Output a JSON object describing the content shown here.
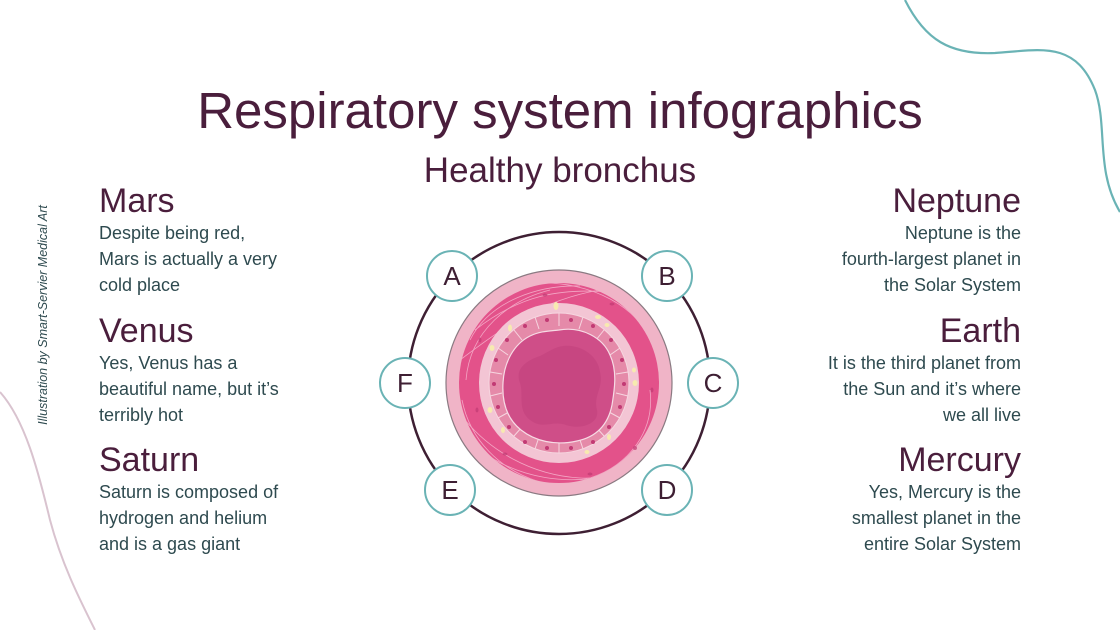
{
  "slide": {
    "title": "Respiratory system infographics",
    "subtitle": "Healthy bronchus",
    "credit": "Illustration by Smart-Servier Medical Art"
  },
  "left_items": [
    {
      "heading": "Mars",
      "lines": [
        "Despite being red,",
        "Mars is actually a very",
        "cold place"
      ]
    },
    {
      "heading": "Venus",
      "lines": [
        "Yes, Venus has a",
        "beautiful name, but it’s",
        "terribly hot"
      ]
    },
    {
      "heading": "Saturn",
      "lines": [
        "Saturn is composed of",
        "hydrogen and helium",
        "and is a gas giant"
      ]
    }
  ],
  "right_items": [
    {
      "heading": "Neptune",
      "lines": [
        "Neptune is the",
        "fourth-largest planet in",
        "the Solar System"
      ]
    },
    {
      "heading": "Earth",
      "lines": [
        "It is the third planet from",
        "the Sun and it’s where",
        "we all live"
      ]
    },
    {
      "heading": "Mercury",
      "lines": [
        "Yes, Mercury is the",
        "smallest planet in the",
        "entire Solar System"
      ]
    }
  ],
  "diagram": {
    "labels": [
      "A",
      "B",
      "C",
      "D",
      "E",
      "F"
    ]
  },
  "colors": {
    "heading": "#4a1e3c",
    "body": "#2e4a4f",
    "accent_teal": "#6ab3b5",
    "ring": "#3e1f33",
    "decor_pink": "#d9c3cf",
    "lumen": "#cf4e88",
    "muscle": "#e3528a",
    "outer_band": "#f0b4c7"
  }
}
